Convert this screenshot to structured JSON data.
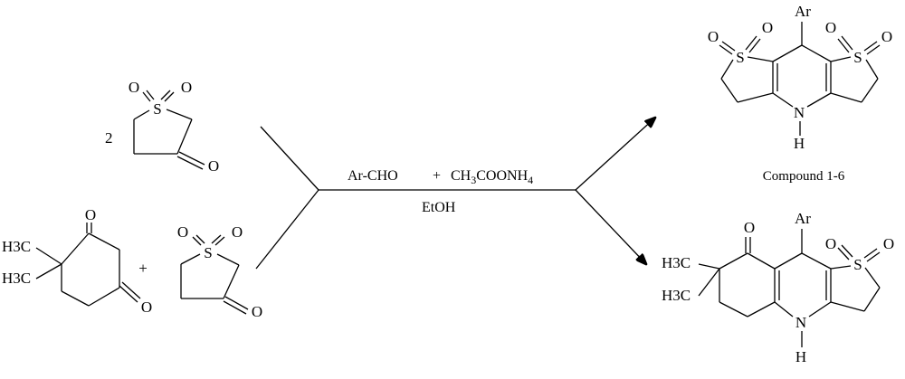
{
  "reactants": {
    "r1": {
      "coefficient": "2",
      "s_atom": "S",
      "o1": "O",
      "o2": "O",
      "ketone_o": "O"
    },
    "r2": {
      "ch3_a": "H3C",
      "ch3_b": "H3C",
      "o_top": "O",
      "o_bottom": "O"
    },
    "plus": "+",
    "r3": {
      "s_atom": "S",
      "o1": "O",
      "o2": "O",
      "ketone_o": "O"
    }
  },
  "conditions": {
    "aldehyde": "Ar-CHO",
    "plus": "+",
    "ammonium_acetate": {
      "main": "CH",
      "sub1": "3",
      "mid": "COONH",
      "sub2": "4"
    },
    "solvent": "EtOH"
  },
  "products": {
    "p1": {
      "ar": "Ar",
      "s_left": "S",
      "s_right": "S",
      "o": "O",
      "n": "N",
      "h": "H",
      "caption": "Compound 1-6"
    },
    "p2": {
      "ar": "Ar",
      "s_atom": "S",
      "o": "O",
      "n": "N",
      "h": "H",
      "ch3_a": "H3C",
      "ch3_b": "H3C"
    }
  }
}
